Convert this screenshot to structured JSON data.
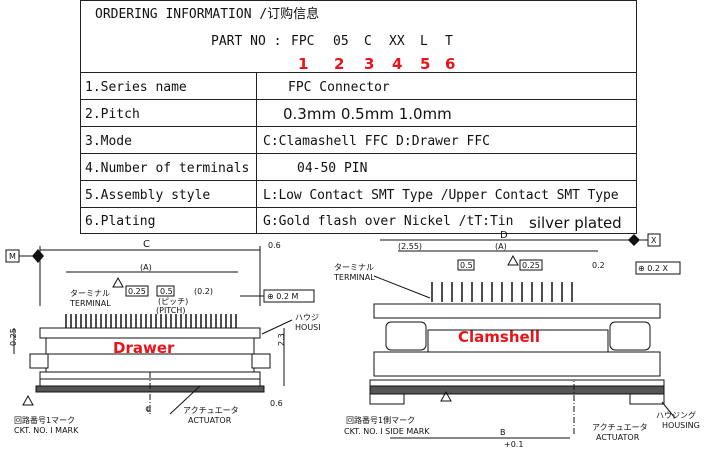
{
  "title": "ORDERING INFORMATION /订购信息",
  "part_no": {
    "label": "PART NO :",
    "code": [
      "FPC",
      "05",
      "C",
      "XX",
      "L",
      "T"
    ],
    "positions": [
      "1",
      "2",
      "3",
      "4",
      "5",
      "6"
    ]
  },
  "rows": [
    {
      "label": "1.Series name",
      "value": "FPC Connector"
    },
    {
      "label": "2.Pitch",
      "value": "0.3mm 0.5mm 1.0mm"
    },
    {
      "label": "3.Mode",
      "value": "C:Clamashell FFC  D:Drawer FFC"
    },
    {
      "label": "4.Number of terminals",
      "value": "04-50 PIN"
    },
    {
      "label": "5.Assembly style",
      "value": "L:Low Contact SMT Type /Upper Contact SMT Type"
    },
    {
      "label": "6.Plating",
      "value": "G:Gold flash over Nickel /tT:Tin",
      "value_extra": "silver plated"
    }
  ],
  "drawer": {
    "name": "Drawer",
    "labels": {
      "m": "M",
      "c": "C",
      "a": "(A)",
      "dim_06_top": "0.6",
      "dim_025": "0.25",
      "dim_05": "0.5",
      "dim_02": "(0.2)",
      "pitch_jp": "(ピッチ)",
      "pitch": "(PITCH)",
      "terminal_jp": "ターミナル",
      "terminal": "TERMINAL",
      "flag": "⊕ 0.2 M",
      "housing_jp": "ハウジ",
      "housing": "HOUSI",
      "dim_025_side": "0.25",
      "dim_23": "2.3",
      "dim_06_bottom": "0.6",
      "circuit_jp": "回路番号1マーク",
      "circuit": "CKT. NO. I MARK",
      "actuator_jp": "アクチュエータ",
      "actuator": "ACTUATOR",
      "cl": "℄"
    }
  },
  "clamshell": {
    "name": "Clamshell",
    "labels": {
      "d": "D",
      "x": "X",
      "dim_255": "(2.55)",
      "a": "(A)",
      "dim_05": "0.5",
      "dim_025": "0.25",
      "dim_02": "0.2",
      "terminal_jp": "ターミナル",
      "terminal": "TERMINAL",
      "flag": "⊕ 0.2 X",
      "housing_jp": "ハウジング",
      "housing": "HOUSING",
      "circuit_jp": "回路番号1側マーク",
      "circuit": "CKT. NO. I SIDE MARK",
      "actuator_jp": "アクチュエータ",
      "actuator": "ACTUATOR",
      "b": "B",
      "bottom_dim": "+0.1"
    }
  }
}
